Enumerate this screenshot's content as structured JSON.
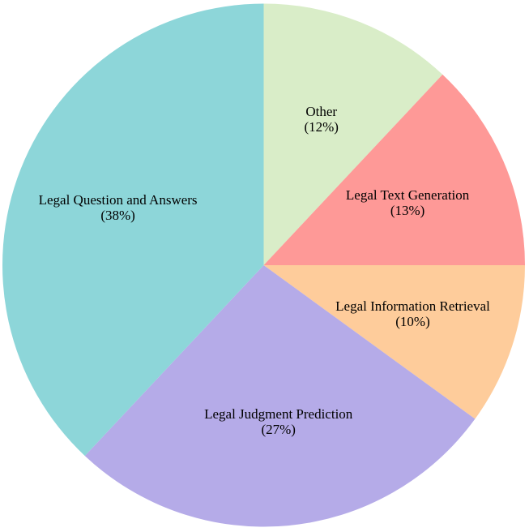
{
  "chart_data": {
    "type": "pie",
    "title": "",
    "categories": [
      "Other",
      "Legal Text Generation",
      "Legal Information Retrieval",
      "Legal Judgment Prediction",
      "Legal Question and Answers"
    ],
    "values": [
      12,
      13,
      10,
      27,
      38
    ],
    "colors": [
      "#d9edc8",
      "#fe9997",
      "#fecc9b",
      "#b5abe8",
      "#8dd6d9"
    ],
    "labels_in_slice": [
      "Other\n(12%)",
      "Legal Text Generation\n(13%)",
      "Legal Information Retrieval\n(10%)",
      "Legal Judgment Prediction\n(27%)",
      "Legal Question and Answers\n(38%)"
    ],
    "start_angle_deg": 0,
    "direction": "clockwise",
    "start_position": "top",
    "label_distance_fraction": 0.6,
    "text_color": "#000000",
    "background": "#ffffff",
    "legend": "none",
    "grid": false
  }
}
